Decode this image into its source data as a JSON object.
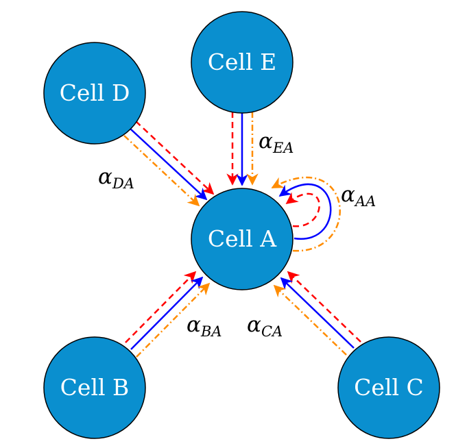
{
  "colors": {
    "node_fill": "#0a8fcf",
    "node_stroke": "#000000",
    "solid_edge": "#0000ff",
    "dashed_edge": "#ff0000",
    "dashdot_edge": "#ff8c00"
  },
  "nodes": {
    "a": {
      "label": "Cell A"
    },
    "b": {
      "label": "Cell B"
    },
    "c": {
      "label": "Cell C"
    },
    "d": {
      "label": "Cell D"
    },
    "e": {
      "label": "Cell E"
    }
  },
  "edge_labels": {
    "ea": {
      "base": "α",
      "sub": "EA"
    },
    "da": {
      "base": "α",
      "sub": "DA"
    },
    "aa": {
      "base": "α",
      "sub": "AA"
    },
    "ba": {
      "base": "α",
      "sub": "BA"
    },
    "ca": {
      "base": "α",
      "sub": "CA"
    }
  }
}
